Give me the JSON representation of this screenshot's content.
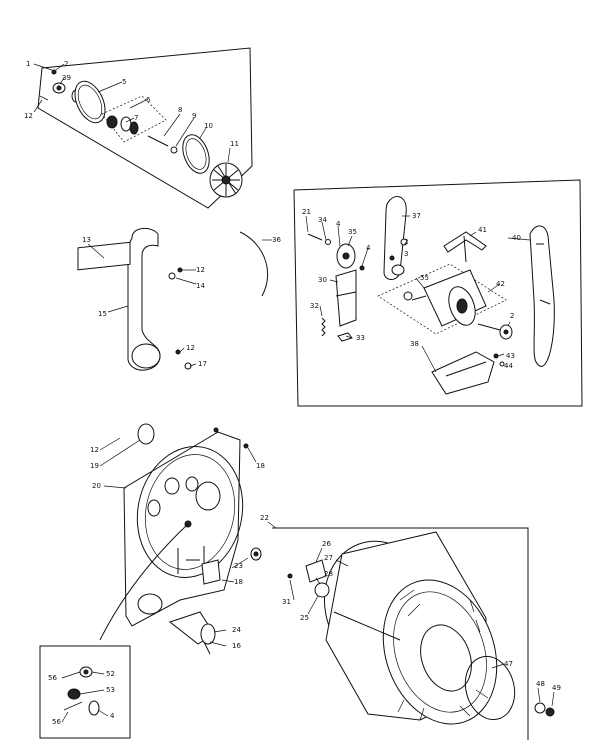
{
  "labels": {
    "l1": "1",
    "l2": "2",
    "l39": "39",
    "l5": "5",
    "l6": "6",
    "l7": "7",
    "l8": "8",
    "l9": "9",
    "l10": "10",
    "l11": "11",
    "l12a": "12",
    "l13": "13",
    "l12b": "12",
    "l14": "14",
    "l15": "15",
    "l12c": "12",
    "l17": "17",
    "l36": "36",
    "l21": "21",
    "l34": "34",
    "l4a": "4",
    "l35": "35",
    "l37": "37",
    "l2b": "2",
    "l3": "3",
    "l4b": "4",
    "l30": "30",
    "l41": "41",
    "l40": "40",
    "l55": "55",
    "l42": "42",
    "l32": "32",
    "l33": "33",
    "l2c": "2",
    "l38": "38",
    "l43": "43",
    "l44": "44",
    "l12d": "12",
    "l19": "19",
    "l18a": "18",
    "l20": "20",
    "l22": "22",
    "l26": "26",
    "l27": "27",
    "l23": "23",
    "l28": "28",
    "l18b": "18",
    "l31": "31",
    "l25": "25",
    "l24": "24",
    "l16": "16",
    "l56a": "56",
    "l52": "52",
    "l53": "53",
    "l56b": "56",
    "l4c": "4",
    "l47": "47",
    "l48": "48",
    "l49": "49"
  }
}
